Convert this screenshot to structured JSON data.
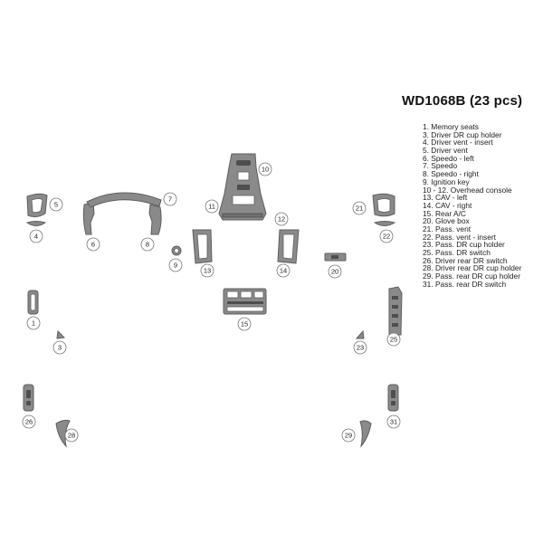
{
  "kit_title": "WD1068B (23 pcs)",
  "legend": [
    "1. Memory seats",
    "3. Driver DR cup holder",
    "4. Driver vent - insert",
    "5. Driver vent",
    "6. Speedo - left",
    "7. Speedo",
    "8. Speedo - right",
    "9. Ignition key",
    "10 - 12. Overhead console",
    "13. CAV - left",
    "14. CAV - right",
    "15. Rear A/C",
    "20. Glove box",
    "21. Pass. vent",
    "22. Pass. vent - insert",
    "23. Pass. DR cup holder",
    "25. Pass. DR switch",
    "26. Driver rear DR switch",
    "28. Driver rear DR cup holder",
    "29. Pass. rear DR cup holder",
    "31. Pass. rear DR switch"
  ],
  "callouts": [
    "1",
    "3",
    "4",
    "5",
    "6",
    "7",
    "8",
    "9",
    "10",
    "11",
    "12",
    "13",
    "14",
    "15",
    "20",
    "21",
    "22",
    "23",
    "25",
    "26",
    "28",
    "29",
    "31"
  ],
  "colors": {
    "piece": "#8a8a8a",
    "piece_dark": "#6f6f6f",
    "outline": "#5e5e5e"
  }
}
